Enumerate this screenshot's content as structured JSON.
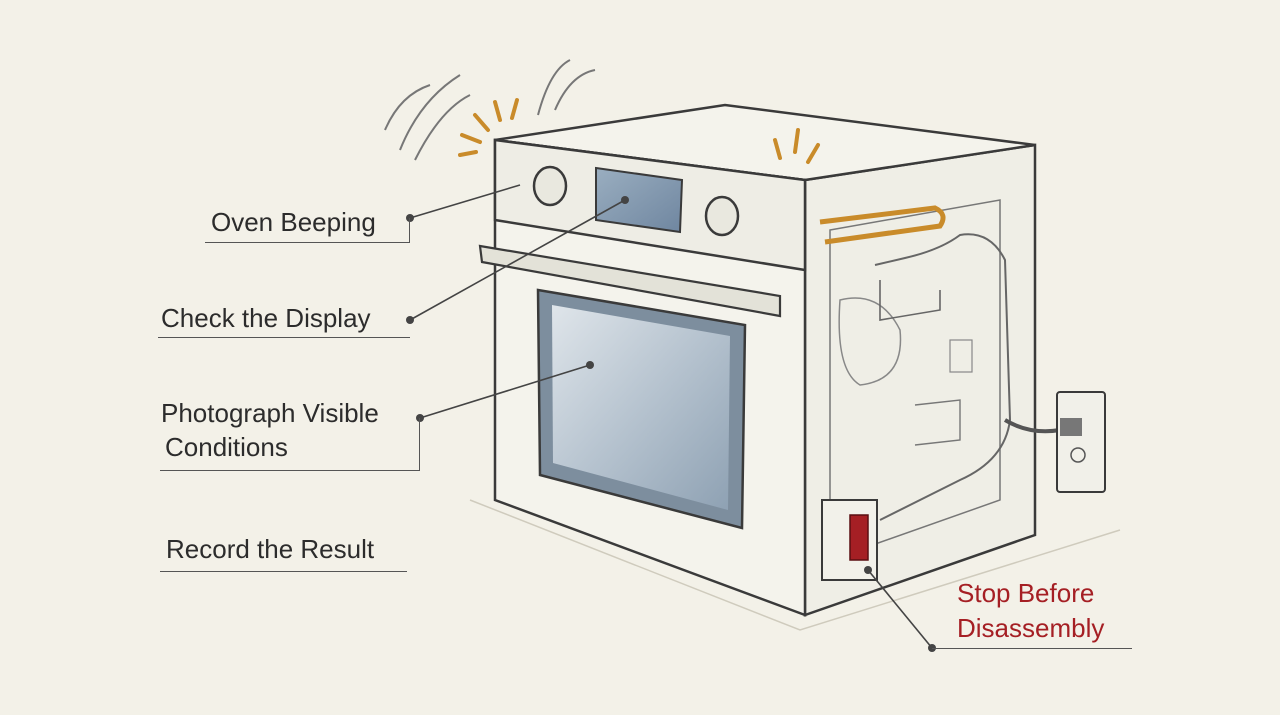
{
  "labels": {
    "oven_beeping": "Oven Beeping",
    "check_display": "Check the Display",
    "photograph_line1": "Photograph Visible",
    "photograph_line2": "Conditions",
    "record_result": "Record the Result",
    "stop_line1": "Stop Before",
    "stop_line2": "Disassembly"
  },
  "colors": {
    "background": "#f3f1e8",
    "ink": "#3a3a3a",
    "accent_orange": "#c98b2a",
    "warning_red": "#a51f24",
    "glass": "#9fb0c0",
    "display": "#7f95aa"
  }
}
